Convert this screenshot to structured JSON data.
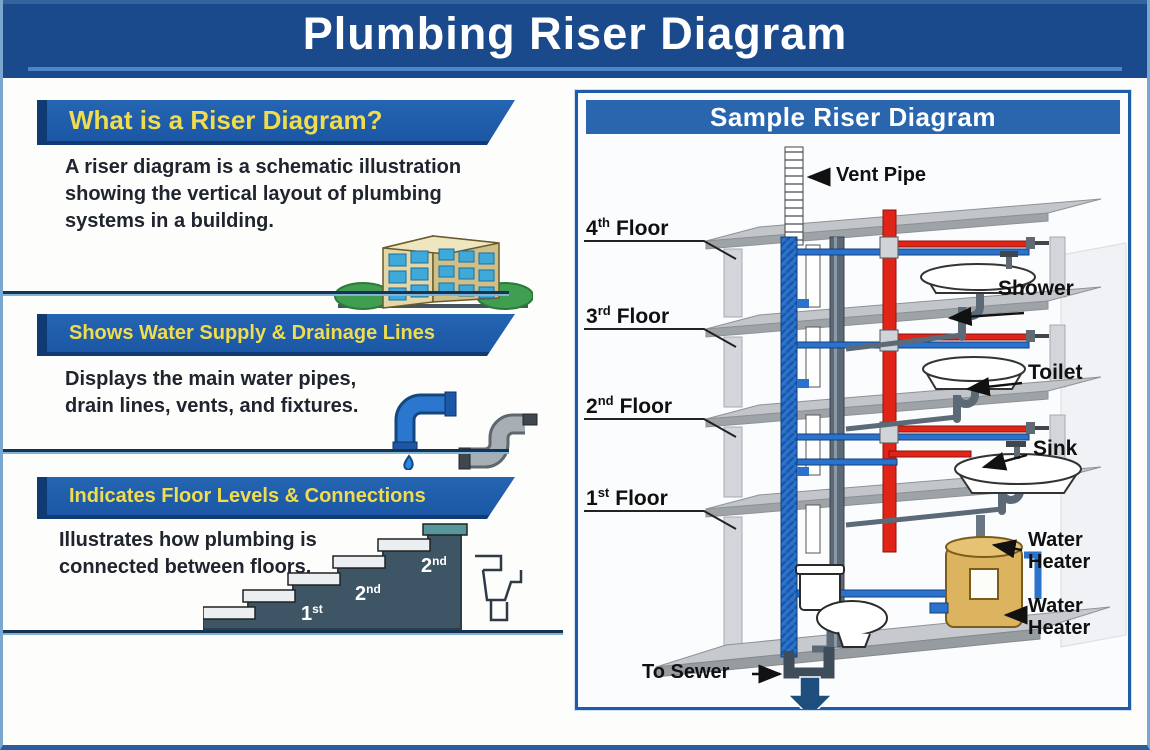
{
  "page": {
    "title": "Plumbing Riser Diagram"
  },
  "sections": [
    {
      "heading": "What is a Riser Diagram?",
      "body": "A riser diagram is a schematic illustration showing the vertical layout of plumbing systems in a building.",
      "illustration": "building-icon"
    },
    {
      "heading": "Shows Water Supply & Drainage Lines",
      "body": "Displays the main water pipes, drain lines, vents, and fixtures.",
      "illustration": "pipes-icon"
    },
    {
      "heading": "Indicates Floor Levels & Connections",
      "body": "Illustrates how plumbing is connected between floors.",
      "illustration": "stairs-icon",
      "stair_labels": [
        {
          "num": "1",
          "suffix": "st"
        },
        {
          "num": "2",
          "suffix": "nd"
        },
        {
          "num": "2",
          "suffix": "nd"
        }
      ]
    }
  ],
  "panel": {
    "title": "Sample Riser Diagram",
    "floors": [
      {
        "num": "4",
        "suffix": "th",
        "word": "Floor"
      },
      {
        "num": "3",
        "suffix": "rd",
        "word": "Floor"
      },
      {
        "num": "2",
        "suffix": "nd",
        "word": "Floor"
      },
      {
        "num": "1",
        "suffix": "st",
        "word": "Floor"
      }
    ],
    "labels": {
      "vent_pipe": "Vent Pipe",
      "shower": "Shower",
      "toilet": "Toilet",
      "sink": "Sink",
      "water_heater_upper": "Water Heater",
      "water_heater_lower": "Water Heater",
      "to_sewer": "To Sewer"
    }
  },
  "colors": {
    "header_bg": "#1b4a8c",
    "ribbon_bg": "#1e5aa6",
    "ribbon_text": "#f0dc4e",
    "panel_border": "#1f5ca8",
    "cold_water_pipe": "#2b72cc",
    "hot_water_pipe": "#e02418",
    "drain_pipe": "#5c6a78",
    "water_heater": "#dcb45f",
    "sewer_arrow": "#1d4e7e"
  }
}
